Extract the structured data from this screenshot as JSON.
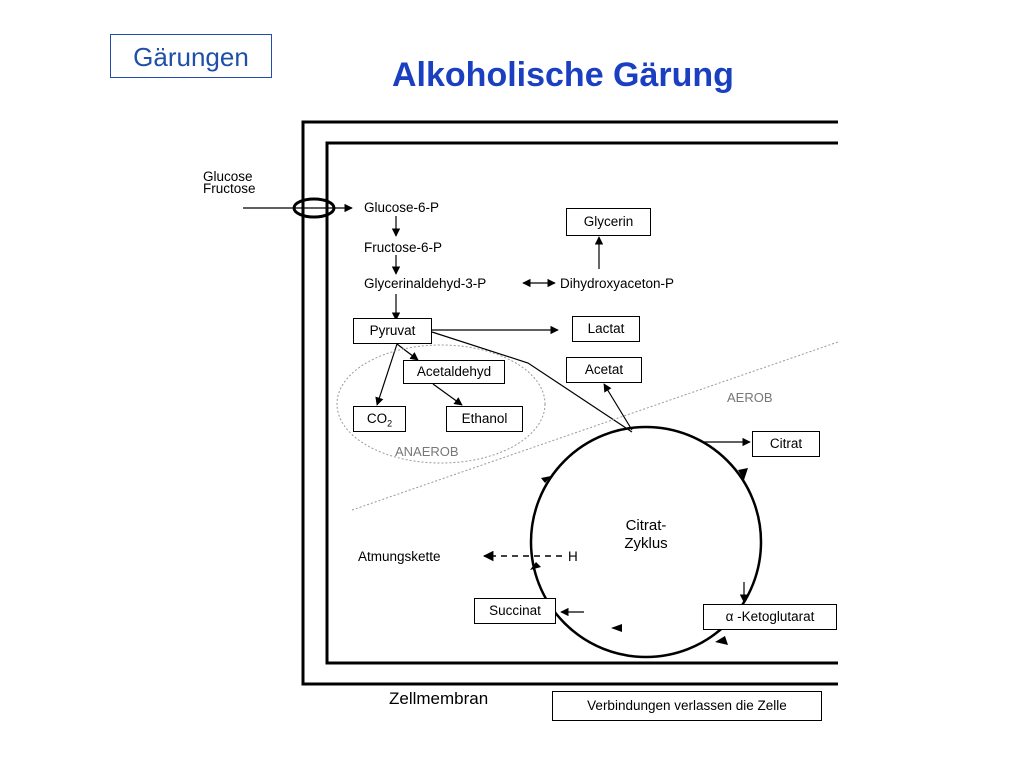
{
  "header": {
    "section": "Gärungen",
    "title": "Alkoholische Gärung"
  },
  "inputs": {
    "line1": "Glucose",
    "line2": "Fructose"
  },
  "pathway": {
    "glucose6p": "Glucose-6-P",
    "fructose6p": "Fructose-6-P",
    "glycerinaldehyd3p": "Glycerinaldehyd-3-P",
    "dihydroxyacetonp": "Dihydroxyaceton-P",
    "glycerin": "Glycerin",
    "pyruvat": "Pyruvat",
    "lactat": "Lactat",
    "acetaldehyd": "Acetaldehyd",
    "acetat": "Acetat",
    "co2": "CO",
    "co2_sub": "2",
    "ethanol": "Ethanol",
    "citrat": "Citrat",
    "cycle_line1": "Citrat-",
    "cycle_line2": "Zyklus",
    "atmungskette": "Atmungskette",
    "h": "H",
    "succinat": "Succinat",
    "ketoglutarat": "α -Ketoglutarat"
  },
  "zones": {
    "aerob": "AEROB",
    "anaerob": "ANAEROB"
  },
  "footer": {
    "membrane": "Zellmembran",
    "legend": "Verbindungen verlassen die Zelle"
  }
}
